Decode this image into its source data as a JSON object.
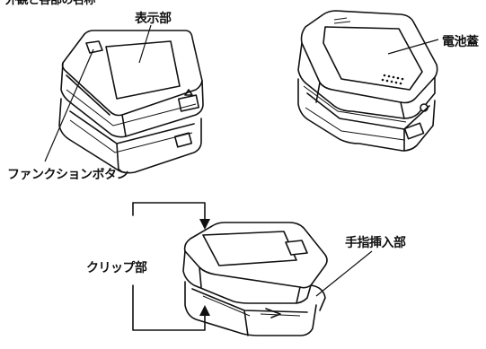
{
  "header_fragment": "外観と各部の名称",
  "labels": {
    "display": "表示部",
    "battery_cover": "電池蓋",
    "function_button": "ファンクションボタン",
    "clip": "クリップ部",
    "finger_insert": "手指挿入部"
  }
}
